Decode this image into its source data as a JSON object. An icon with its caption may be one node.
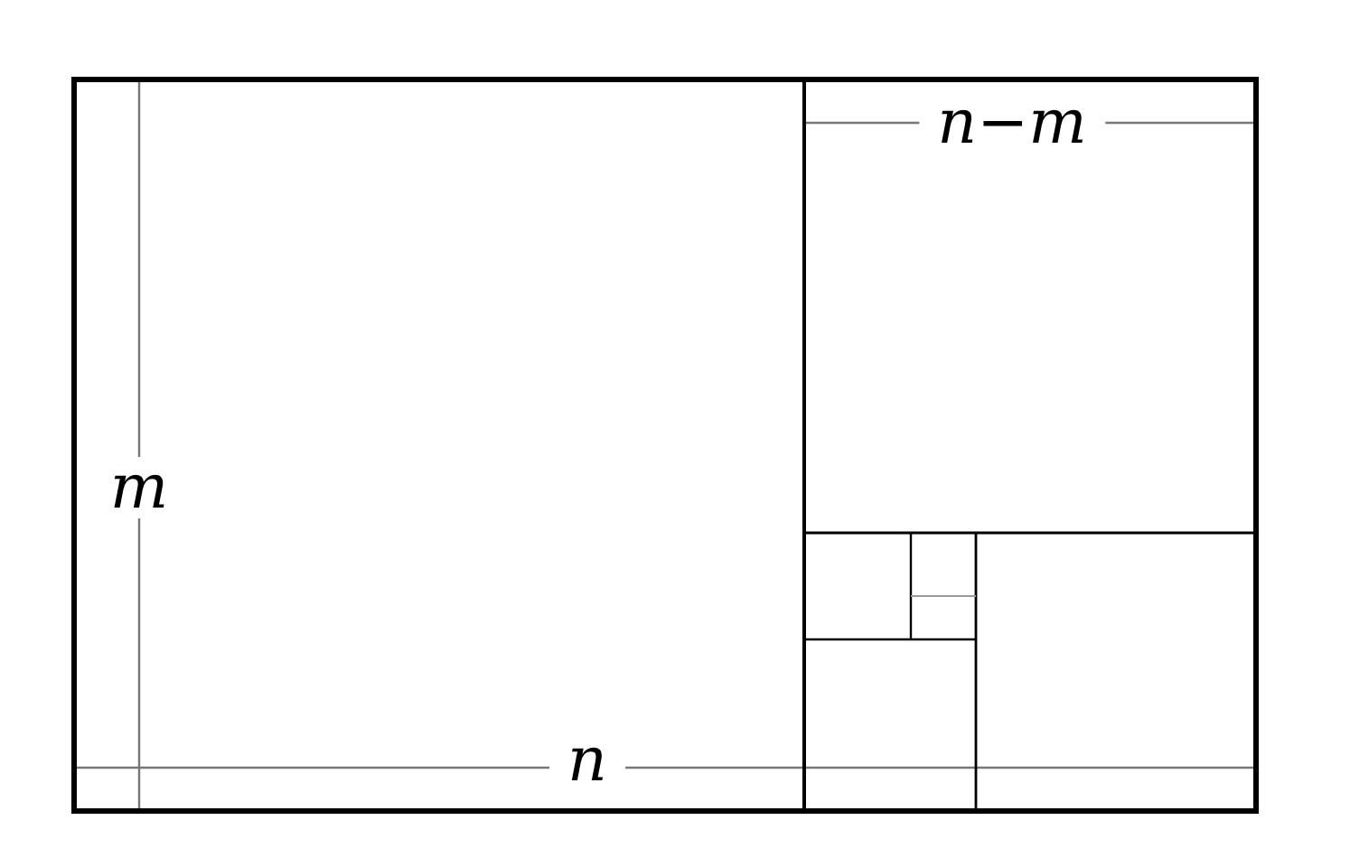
{
  "diagram": {
    "labels": [
      "n−m",
      "m",
      "n"
    ]
  }
}
